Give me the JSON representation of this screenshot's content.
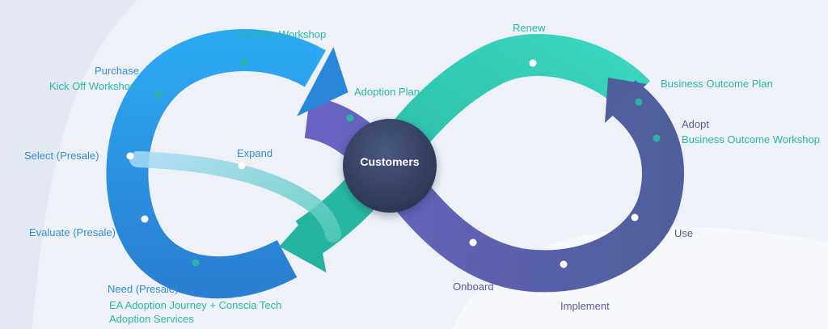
{
  "center": {
    "label": "Customers"
  },
  "labels": {
    "adoption_workshop": "Adoption Workshop",
    "renew": "Renew",
    "purchase": "Purchase",
    "kick_off_workshop": "Kick Off Workshop",
    "adoption_plan": "Adoption Plan",
    "business_outcome_plan": "Business Outcome Plan",
    "adopt": "Adopt",
    "business_outcome_workshop": "Business Outcome Workshop",
    "select_presale": "Select (Presale)",
    "expand": "Expand",
    "evaluate_presale": "Evaluate (Presale)",
    "use": "Use",
    "need_presale": "Need (Presale)",
    "ea_journey_line1": "EA Adoption Journey + Conscia Tech",
    "ea_journey_line2": "Adoption Services",
    "onboard": "Onboard",
    "implement": "Implement"
  },
  "colors": {
    "blue_light": "#2ca8f2",
    "blue_dark": "#2a7fd3",
    "teal": "#2fcdb8",
    "teal_dark": "#24b39f",
    "purple": "#6b63c4",
    "purple_dark": "#4f5f9c",
    "center_top": "#4a5880",
    "center_bottom": "#293451",
    "label_blue": "#2f8fd8",
    "label_teal": "#27b9a6",
    "label_purple": "#5a5a9e"
  }
}
